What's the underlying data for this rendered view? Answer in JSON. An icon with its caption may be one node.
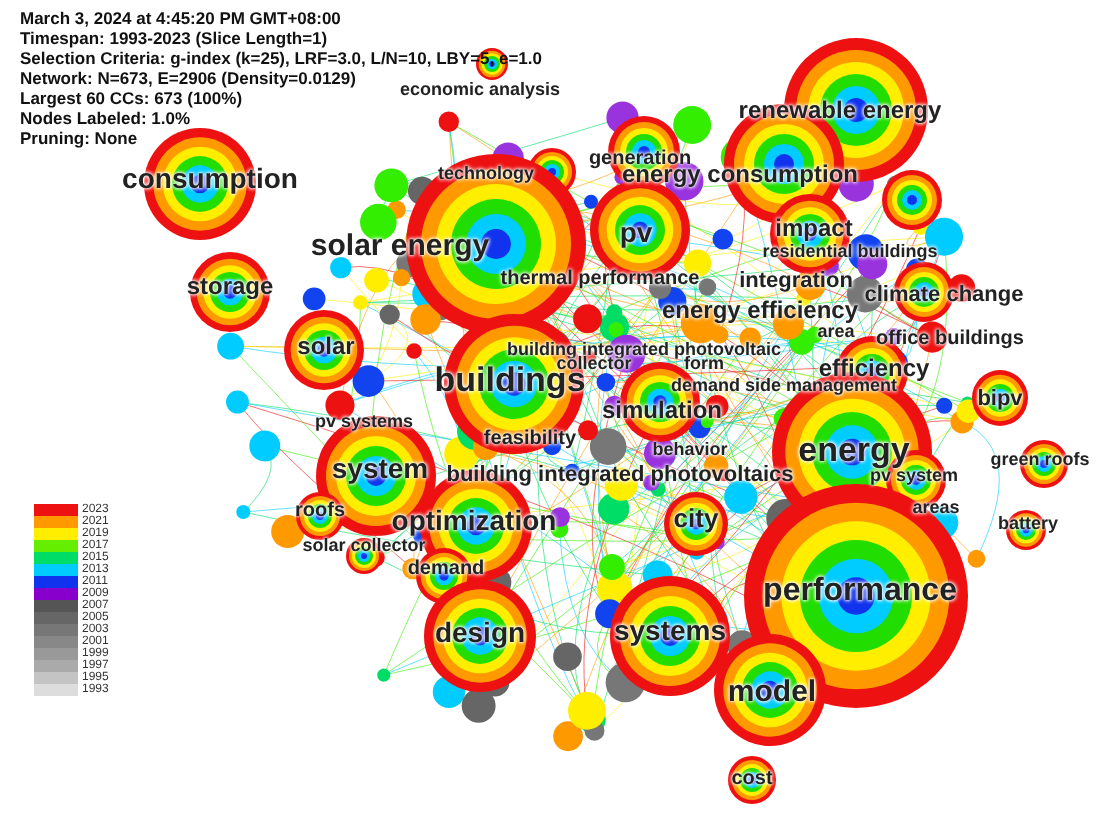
{
  "diagram": {
    "labels": [
      "March 3, 2024 at 4:45:20 PM GMT+08:00",
      "Timespan: 1993-2023 (Slice Length=1)",
      "Selection Criteria: g-index (k=25), LRF=3.0, L/N=10, LBY=5, e=1.0",
      "Network: N=673, E=2906 (Density=0.0129)",
      "Largest 60 CCs: 673 (100%)",
      "Nodes Labeled: 1.0%",
      "Pruning: None",
      "economic analysis",
      "renewable energy",
      "generation",
      "consumption",
      "technology",
      "energy consumption",
      "solar energy",
      "pv",
      "impact",
      "residential buildings",
      "storage",
      "thermal performance",
      "integration",
      "climate change",
      "energy efficiency",
      "solar",
      "area",
      "office buildings",
      "building integrated photovoltaic",
      "collector",
      "form",
      "buildings",
      "efficiency",
      "demand side management",
      "bipv",
      "simulation",
      "pv systems",
      "feasibility",
      "behavior",
      "energy",
      "green roofs",
      "system",
      "building integrated photovoltaics",
      "pv system",
      "areas",
      "roofs",
      "optimization",
      "city",
      "battery",
      "solar collector",
      "demand",
      "performance",
      "design",
      "systems",
      "model",
      "cost"
    ],
    "legend": [
      {
        "text": "2023",
        "color": "#ee1111"
      },
      {
        "text": "2021",
        "color": "#ff9900"
      },
      {
        "text": "2019",
        "color": "#ffee00"
      },
      {
        "text": "2017",
        "color": "#66ee00"
      },
      {
        "text": "2015",
        "color": "#00dd66"
      },
      {
        "text": "2013",
        "color": "#00ccff"
      },
      {
        "text": "2011",
        "color": "#1133ee"
      },
      {
        "text": "2009",
        "color": "#8800cc"
      },
      {
        "text": "2007",
        "color": "#555555"
      },
      {
        "text": "2005",
        "color": "#666666"
      },
      {
        "text": "2003",
        "color": "#777777"
      },
      {
        "text": "2001",
        "color": "#888888"
      },
      {
        "text": "1999",
        "color": "#999999"
      },
      {
        "text": "1997",
        "color": "#aaaaaa"
      },
      {
        "text": "1995",
        "color": "#c4c4c4"
      },
      {
        "text": "1993",
        "color": "#dddddd"
      }
    ]
  }
}
